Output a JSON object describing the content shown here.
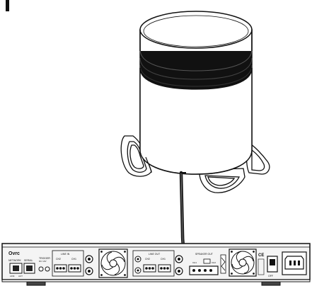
{
  "amp": {
    "logo": "Ovrc",
    "network": "NETWORK",
    "serial": "SERIAL",
    "act": "ACT",
    "link": "LINK",
    "trigger": "TRIGGER",
    "trigger_sub": "DC 12V",
    "line_in": "LINE IN",
    "line_out": "LINE OUT",
    "ch1": "CH1",
    "ch2": "CH2",
    "speaker_out": "SPEAKER OUT",
    "off": "OFF",
    "ce": "CE"
  },
  "colors": {
    "line": "#111111",
    "cable": "#1a1a1a",
    "grille": "#111111",
    "amp_face": "#f4f4f4"
  }
}
